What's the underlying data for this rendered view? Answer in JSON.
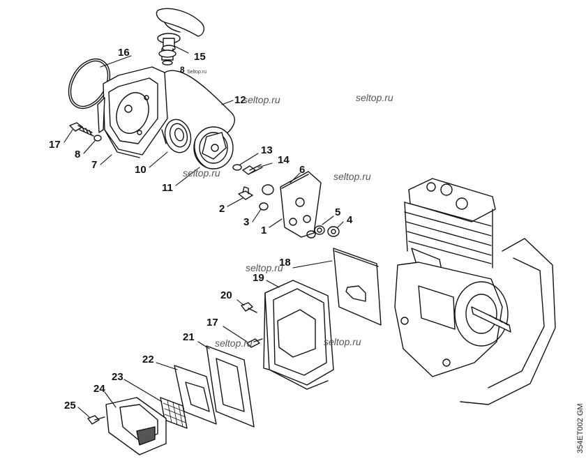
{
  "callouts": {
    "c1": "1",
    "c2": "2",
    "c3": "3",
    "c4": "4",
    "c5": "5",
    "c6": "6",
    "c7": "7",
    "c8a": "8",
    "c8b": "8",
    "c10": "10",
    "c11": "11",
    "c12": "12",
    "c13": "13",
    "c14": "14",
    "c15": "15",
    "c16": "16",
    "c17a": "17",
    "c17b": "17",
    "c18": "18",
    "c19": "19",
    "c20": "20",
    "c21": "21",
    "c22": "22",
    "c23": "23",
    "c24": "24",
    "c25": "25"
  },
  "watermarks": {
    "w1": "seltop.ru",
    "w2": "seltop.ru",
    "w3": "seltop.ru",
    "w4": "seltop.ru",
    "w5": "seltop.ru",
    "w6": "seltop.ru",
    "w7": "seltop.ru",
    "logo": "Seltop.ru"
  },
  "drawing_code": "354ET002 GM",
  "colors": {
    "line": "#111111",
    "background": "#ffffff"
  }
}
